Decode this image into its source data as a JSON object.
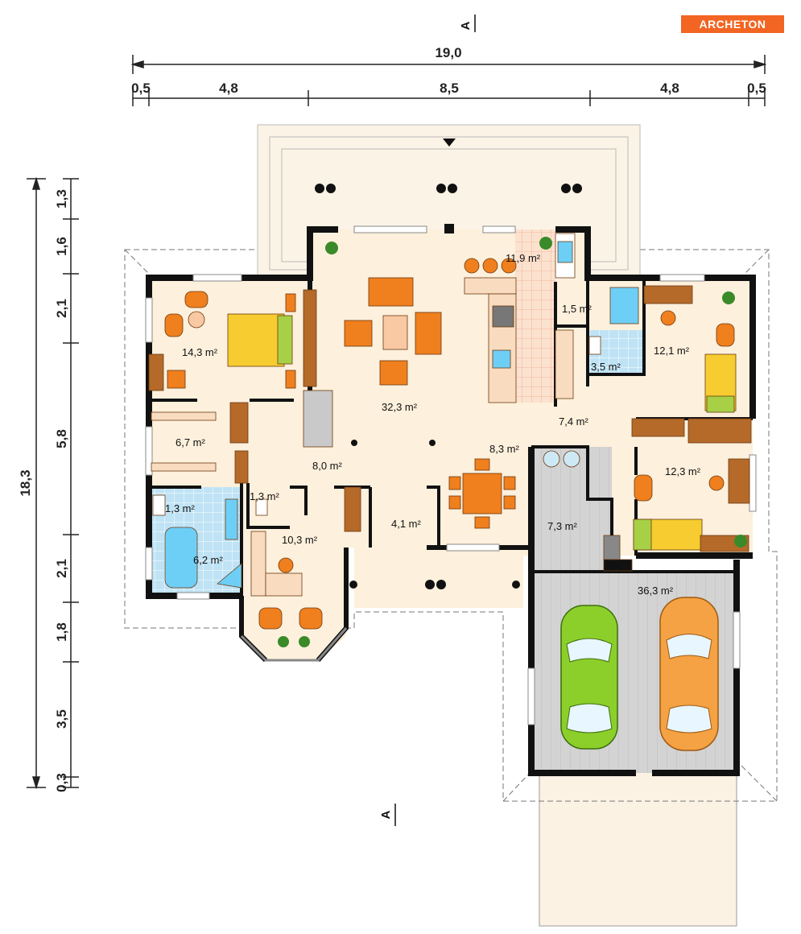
{
  "logo": {
    "text": "ARCHETON"
  },
  "section_marks": {
    "top": "A",
    "bottom": "A"
  },
  "dimensions_top": {
    "total": "19,0",
    "segments": [
      "0,5",
      "4,8",
      "8,5",
      "4,8",
      "0,5"
    ]
  },
  "dimensions_left": {
    "total": "18,3",
    "segments": [
      "1,3",
      "1,6",
      "2,1",
      "5,8",
      "2,1",
      "1,8",
      "3,5",
      "0,3"
    ]
  },
  "rooms": [
    {
      "label": "14,3 m²"
    },
    {
      "label": "6,7 m²"
    },
    {
      "label": "1,3 m²"
    },
    {
      "label": "6,2 m²"
    },
    {
      "label": "1,3 m²"
    },
    {
      "label": "10,3 m²"
    },
    {
      "label": "8,0 m²"
    },
    {
      "label": "32,3 m²"
    },
    {
      "label": "11,9 m²"
    },
    {
      "label": "1,5 m²"
    },
    {
      "label": "3,5 m²"
    },
    {
      "label": "12,1 m²"
    },
    {
      "label": "7,4 m²"
    },
    {
      "label": "8,3 m²"
    },
    {
      "label": "4,1 m²"
    },
    {
      "label": "12,3 m²"
    },
    {
      "label": "7,3 m²"
    },
    {
      "label": "36,3 m²"
    }
  ],
  "colors": {
    "floor": "#fdf0dc",
    "wall": "#111111",
    "bathroom_tile": "#bfe3f5",
    "garage": "#d3d3d3",
    "terrace": "#fbf3e6",
    "furniture_orange": "#f07f1e",
    "furniture_wood": "#b56a2a",
    "bed_yellow": "#f6cc30",
    "car_green": "#8ccf2b",
    "car_orange": "#f5a244",
    "logo": "#f26522"
  }
}
